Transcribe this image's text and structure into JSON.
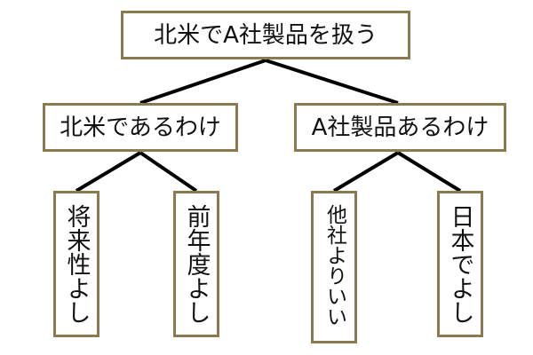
{
  "diagram": {
    "root": "北米でA社製品を扱う",
    "branches": [
      {
        "label": "北米であるわけ",
        "leaves": [
          "将来性よし",
          "前年度よし"
        ]
      },
      {
        "label": "A社製品あるわけ",
        "leaves": [
          "他社よりいい",
          "日本でよし"
        ]
      }
    ]
  },
  "colors": {
    "box_border": "#8b7a4e",
    "line": "#000000",
    "text": "#111111",
    "background": "#ffffff"
  }
}
